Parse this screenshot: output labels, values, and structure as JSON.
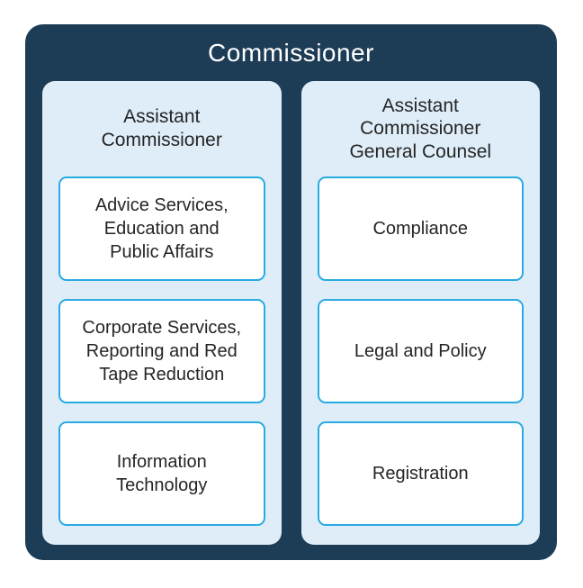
{
  "colors": {
    "container_bg": "#1d3c55",
    "column_bg": "#deedf8",
    "box_bg": "#ffffff",
    "box_border": "#29abe2",
    "title_text": "#ffffff",
    "body_text": "#252525",
    "page_bg": "#ffffff"
  },
  "org_chart": {
    "title": "Commissioner",
    "columns": [
      {
        "heading": "Assistant\nCommissioner",
        "items": [
          "Advice Services,\nEducation and\nPublic Affairs",
          "Corporate Services,\nReporting and Red\nTape Reduction",
          "Information\nTechnology"
        ]
      },
      {
        "heading": "Assistant\nCommissioner\nGeneral Counsel",
        "items": [
          "Compliance",
          "Legal and Policy",
          "Registration"
        ]
      }
    ]
  }
}
